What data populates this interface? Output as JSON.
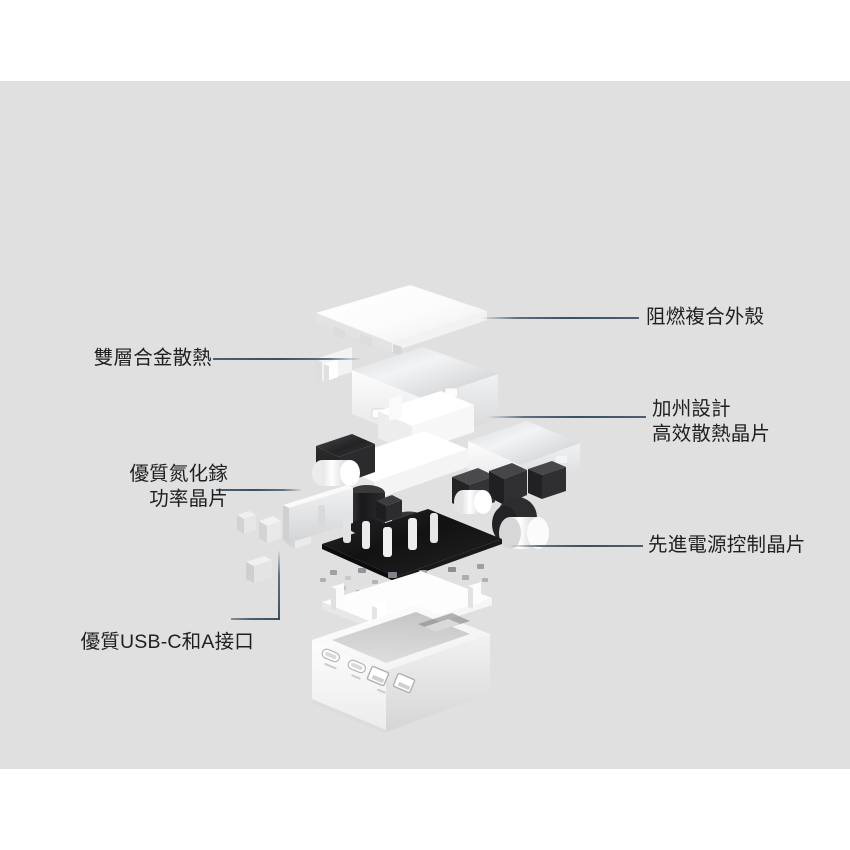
{
  "page": {
    "background_color": "#ffffff",
    "panel_color": "#e0e0e0",
    "leader_color": "#3a5570"
  },
  "product": {
    "type": "exploded-view-diagram",
    "subject": "multi-port GaN wall charger",
    "ports": {
      "usb_c_count": 2,
      "usb_a_count": 2
    }
  },
  "callouts": [
    {
      "id": "flame-retardant-shell",
      "side": "right",
      "lines": [
        "阻燃複合外殼"
      ],
      "text": "阻燃複合外殼"
    },
    {
      "id": "dual-layer-alloy-heatsink",
      "side": "left",
      "lines": [
        "雙層合金散熱"
      ],
      "text": "雙層合金散熱"
    },
    {
      "id": "california-design-chip",
      "side": "right",
      "lines": [
        "加州設計",
        "高效散熱晶片"
      ],
      "text": "加州設計\n高效散熱晶片"
    },
    {
      "id": "gan-power-chip",
      "side": "left",
      "lines": [
        "優質氮化鎵",
        "功率晶片"
      ],
      "text": "優質氮化鎵\n功率晶片"
    },
    {
      "id": "advanced-power-control-chip",
      "side": "right",
      "lines": [
        "先進電源控制晶片"
      ],
      "text": "先進電源控制晶片"
    },
    {
      "id": "usb-c-and-a-ports",
      "side": "left",
      "lines": [
        "優質USB-C和A接口"
      ],
      "text": "優質USB-C和A接口"
    }
  ]
}
